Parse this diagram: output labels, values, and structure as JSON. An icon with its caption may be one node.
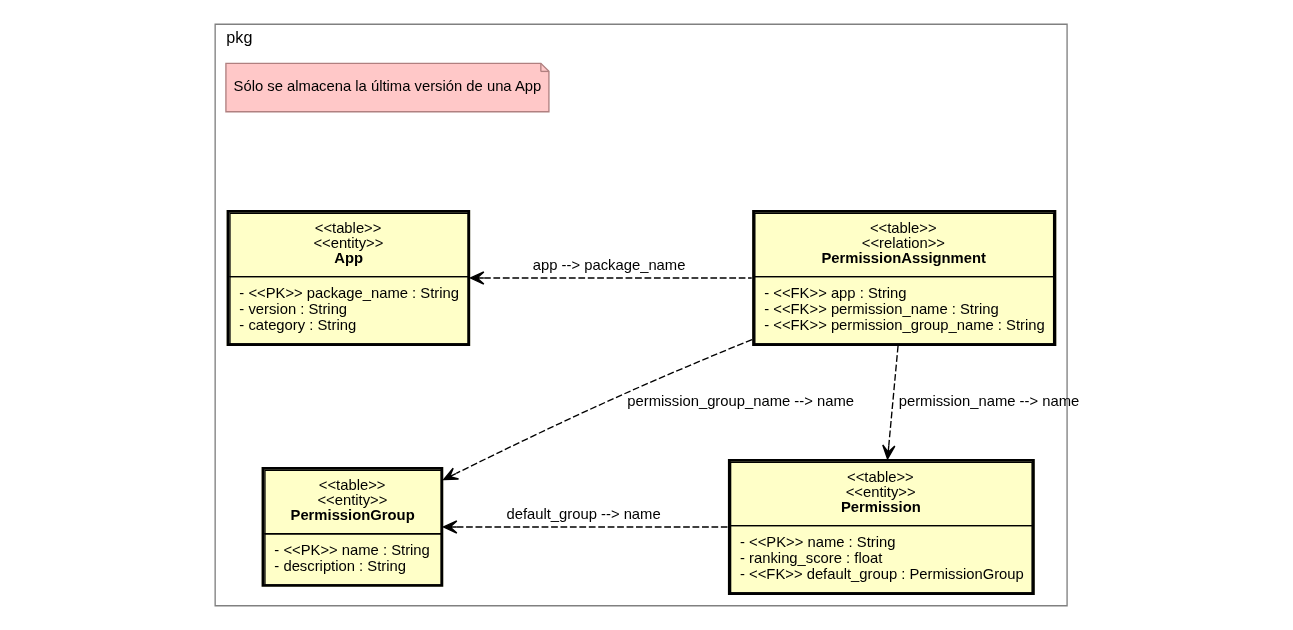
{
  "diagram": {
    "nodes": [
      {
        "text": [
          "pkg"
        ]
      },
      {
        "text": [
          "Sólo se almacena la última versión de una App"
        ],
        "in": 0
      },
      {
        "text": [
          "<<table>>",
          "<<entity>>",
          "App",
          "- <<PK>> package_name : String",
          "- version : String",
          "- category : String"
        ],
        "in": 0
      },
      {
        "text": [
          "<<table>>",
          "<<relation>>",
          "PermissionAssignment",
          "- <<FK>> app : String",
          "- <<FK>> permission_name : String",
          "- <<FK>> permission_group_name : String"
        ],
        "in": 0
      },
      {
        "text": [
          "<<table>>",
          "<<entity>>",
          "PermissionGroup",
          "- <<PK>> name : String",
          "- description : String"
        ],
        "in": 0
      },
      {
        "text": [
          "<<table>>",
          "<<entity>>",
          "Permission",
          "- <<PK>> name : String",
          "- ranking_score : float",
          "- <<FK>> default_group : PermissionGroup"
        ],
        "in": 0
      }
    ],
    "edges": [
      {
        "from": 3,
        "to": 2,
        "arrow": "to",
        "label": "app --> package_name",
        "style": "dashed"
      },
      {
        "from": 3,
        "to": 4,
        "arrow": "to",
        "label": "permission_group_name --> name",
        "style": "dashed"
      },
      {
        "from": 3,
        "to": 5,
        "arrow": "to",
        "label": "permission_name --> name",
        "style": "dashed"
      },
      {
        "from": 5,
        "to": 4,
        "arrow": "to",
        "label": "default_group --> name",
        "style": "dashed"
      }
    ]
  }
}
